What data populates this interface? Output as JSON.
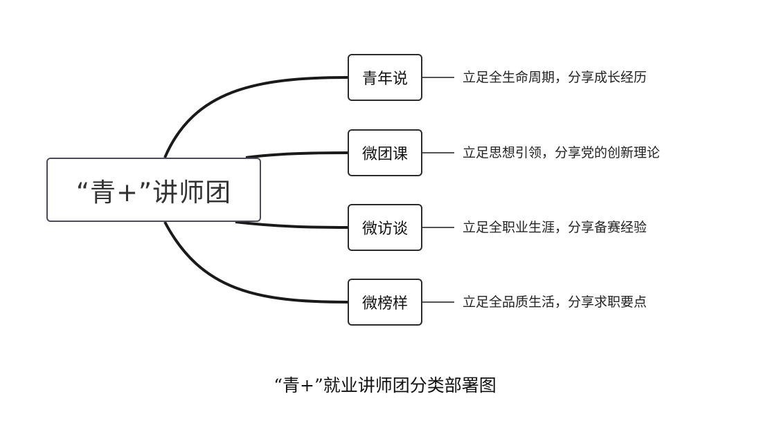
{
  "diagram": {
    "root": {
      "label": "“青+”讲师团"
    },
    "branches": [
      {
        "label": "青年说",
        "description": "立足全生命周期，分享成长经历"
      },
      {
        "label": "微团课",
        "description": "立足思想引领，分享党的创新理论"
      },
      {
        "label": "微访谈",
        "description": "立足全职业生涯，分享备赛经验"
      },
      {
        "label": "微榜样",
        "description": "立足全品质生活，分享求职要点"
      }
    ],
    "caption": "“青+”就业讲师团分类部署图",
    "colors": {
      "connector": "#1a1a1a",
      "root_border": "#4a4a5a",
      "branch_border": "#2b2b2b",
      "text": "#222222"
    }
  }
}
